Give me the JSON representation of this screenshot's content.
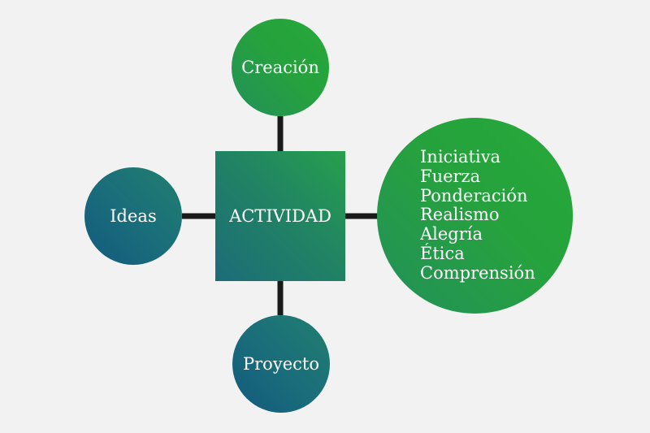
{
  "diagram": {
    "center": {
      "label": "ACTIVIDAD"
    },
    "top": {
      "label": "Creación"
    },
    "left": {
      "label": "Ideas"
    },
    "bottom": {
      "label": "Proyecto"
    },
    "right": {
      "items": [
        "Iniciativa",
        "Fuerza",
        "Ponderación",
        "Realismo",
        "Alegría",
        "Ética",
        "Comprensión"
      ]
    }
  },
  "colors": {
    "background": "#f2f2f2",
    "green": "#26a23d",
    "teal": "#176d7c",
    "connector": "#1a1a1a",
    "text": "#ffffff"
  }
}
